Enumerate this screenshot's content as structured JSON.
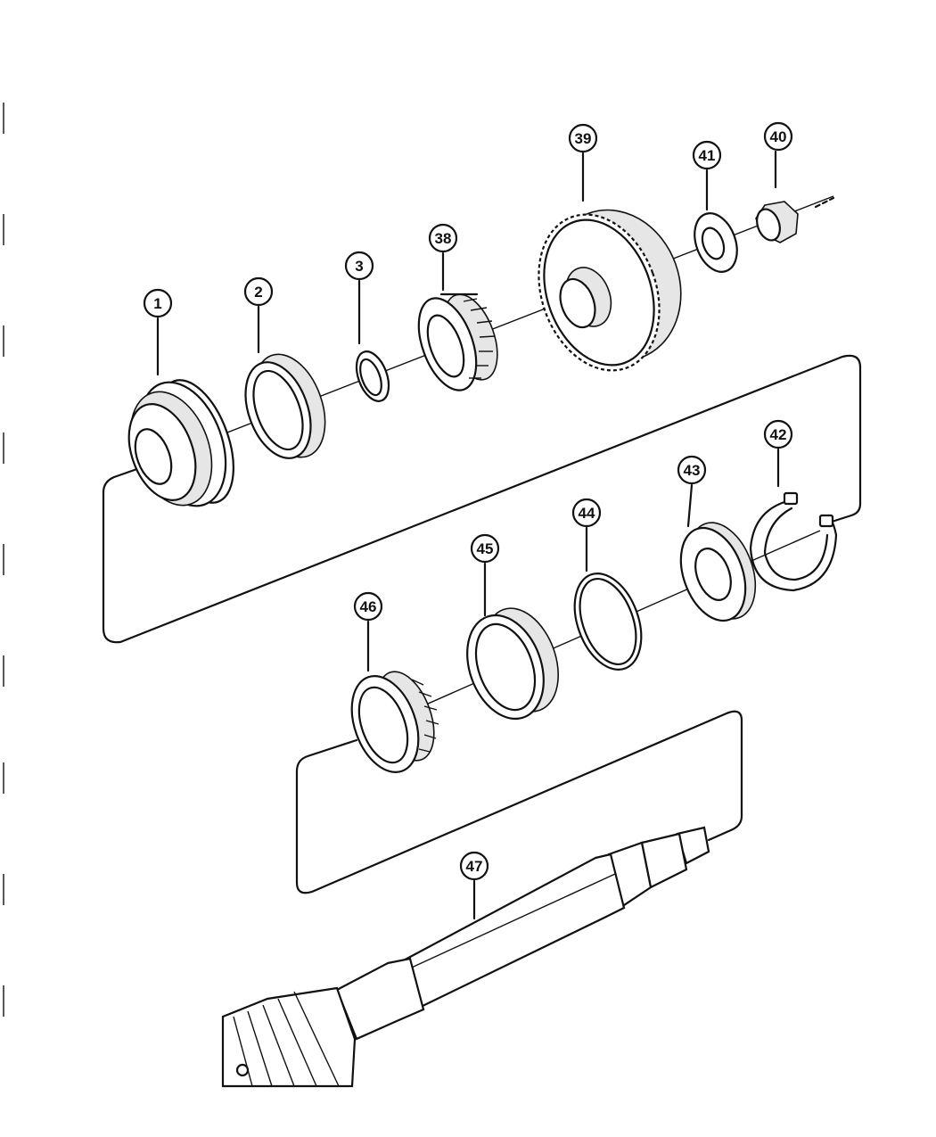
{
  "callouts": [
    {
      "id": "c1",
      "label": "1"
    },
    {
      "id": "c2",
      "label": "2"
    },
    {
      "id": "c3",
      "label": "3"
    },
    {
      "id": "c38",
      "label": "38"
    },
    {
      "id": "c39",
      "label": "39"
    },
    {
      "id": "c41",
      "label": "41"
    },
    {
      "id": "c40",
      "label": "40"
    },
    {
      "id": "c42",
      "label": "42"
    },
    {
      "id": "c43",
      "label": "43"
    },
    {
      "id": "c44",
      "label": "44"
    },
    {
      "id": "c45",
      "label": "45"
    },
    {
      "id": "c46",
      "label": "46"
    },
    {
      "id": "c47",
      "label": "47"
    }
  ]
}
